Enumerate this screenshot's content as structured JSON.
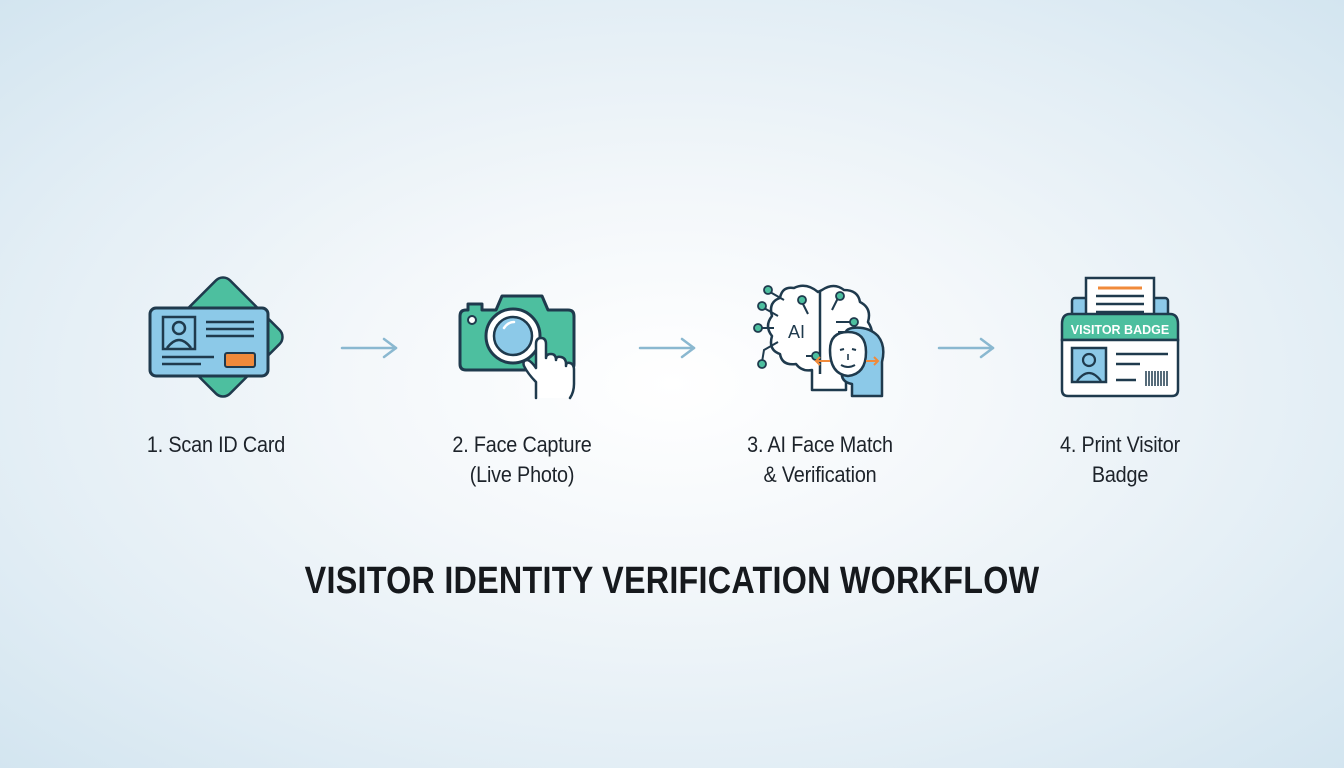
{
  "title": "VISITOR IDENTITY VERIFICATION WORKFLOW",
  "steps": [
    {
      "number": "1",
      "line1": "1. Scan ID Card",
      "line2": "",
      "icon": "id-card-icon"
    },
    {
      "number": "2",
      "line1": "2. Face Capture",
      "line2": "(Live Photo)",
      "icon": "camera-capture-icon"
    },
    {
      "number": "3",
      "line1": "3. AI Face Match",
      "line2": "& Verification",
      "icon": "ai-face-match-icon"
    },
    {
      "number": "4",
      "line1": "4. Print Visitor",
      "line2": "Badge",
      "icon": "visitor-badge-icon"
    }
  ],
  "icon_text": {
    "ai": "AI",
    "badge": "VISITOR BADGE"
  },
  "arrows": [
    "arrow-right-icon",
    "arrow-right-icon",
    "arrow-right-icon"
  ],
  "colors": {
    "teal": "#4dbf9f",
    "light_blue": "#8cc9e8",
    "outline": "#1f3a4d",
    "orange": "#f08a3a",
    "arrow": "#8ab8d0",
    "text": "#1d232a"
  }
}
